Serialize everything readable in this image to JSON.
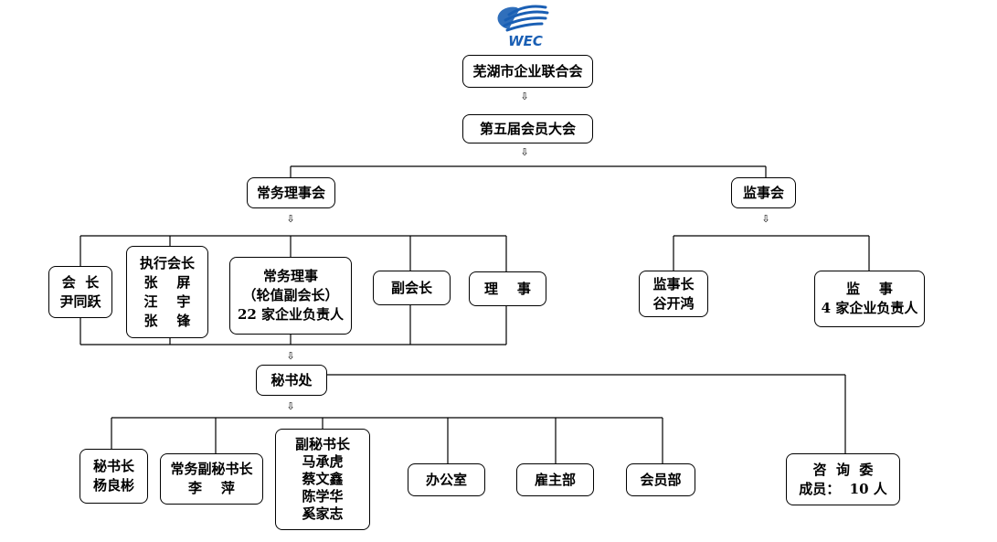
{
  "logo": {
    "text": "WEC",
    "color": "#1a5fb4"
  },
  "arrow_glyph": "⇩",
  "nodes": {
    "federation": "芜湖市企业联合会",
    "assembly": "第五届会员大会",
    "standing_council": "常务理事会",
    "supervisory_board": "监事会",
    "president": [
      "会  长",
      "尹同跃"
    ],
    "executive_vp": [
      "执行会长",
      "张    屏",
      "汪    宇",
      "张    锋"
    ],
    "standing_director": [
      "常务理事",
      "（轮值副会长）",
      "22 家企业负责人"
    ],
    "vice_president": [
      "副会长"
    ],
    "director": [
      "理    事"
    ],
    "chief_supervisor": [
      "监事长",
      "谷开鸿"
    ],
    "supervisor": [
      "监    事",
      "4 家企业负责人"
    ],
    "secretariat": "秘书处",
    "secretary_general": [
      "秘书长",
      "杨良彬"
    ],
    "executive_deputy_sg": [
      "常务副秘书长",
      "李    萍"
    ],
    "deputy_sg": [
      "副秘书长",
      "马承虎",
      "蔡文鑫",
      "陈学华",
      "奚家志"
    ],
    "office": "办公室",
    "employer_dept": "雇主部",
    "member_dept": "会员部",
    "advisory": [
      "咨  询  委",
      "成员：  10 人"
    ]
  }
}
